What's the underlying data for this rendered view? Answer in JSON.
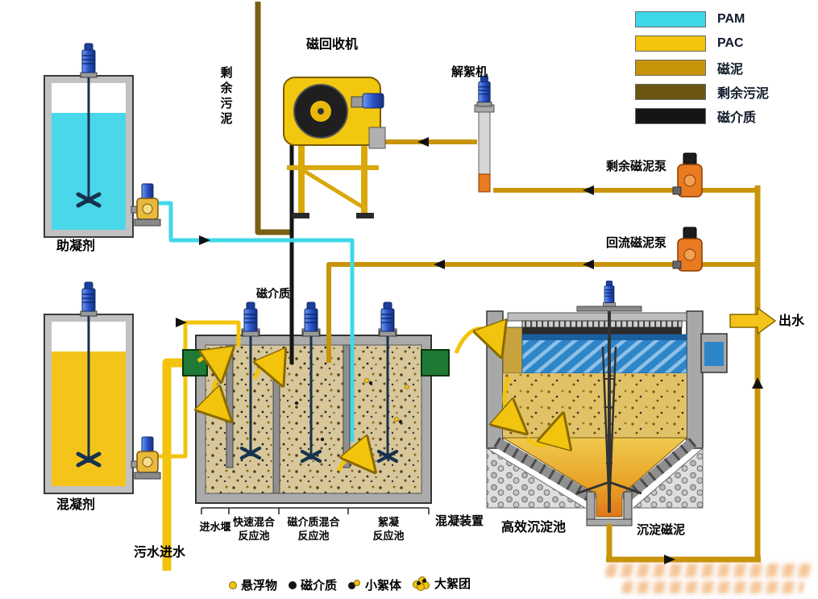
{
  "legend": {
    "items": [
      {
        "label": "PAM",
        "color": "#3FD8EA"
      },
      {
        "label": "PAC",
        "color": "#F2C40D"
      },
      {
        "label": "磁泥",
        "color": "#C8940A"
      },
      {
        "label": "剩余污泥",
        "color": "#6B5510"
      },
      {
        "label": "磁介质",
        "color": "#151515"
      }
    ]
  },
  "labels": {
    "coagulant_aid_tank": "助凝剂",
    "coagulant_tank": "混凝剂",
    "magnetic_recovery_machine": "磁回收机",
    "deflocculation_machine": "解絮机",
    "excess_magnetic_sludge_pump": "剩余磁泥泵",
    "return_magnetic_sludge_pump": "回流磁泥泵",
    "excess_sludge_pipe": "剩余污泥",
    "magnetic_media_line": "磁介质",
    "effluent": "出水",
    "raw_water_inlet": "污水进水",
    "settled_magnetic_sludge": "沉淀磁泥",
    "high_efficiency_sedimentation_tank": "高效沉淀池",
    "coagulation_unit": "混凝装置"
  },
  "reaction_zones": [
    {
      "label": "进水堰"
    },
    {
      "label": "快速混合\n反应池"
    },
    {
      "label": "磁介质混合\n反应池"
    },
    {
      "label": "絮凝\n反应池"
    }
  ],
  "particle_legend": [
    {
      "label": "悬浮物"
    },
    {
      "label": "磁介质"
    },
    {
      "label": "小絮体"
    },
    {
      "label": "大絮团"
    }
  ]
}
